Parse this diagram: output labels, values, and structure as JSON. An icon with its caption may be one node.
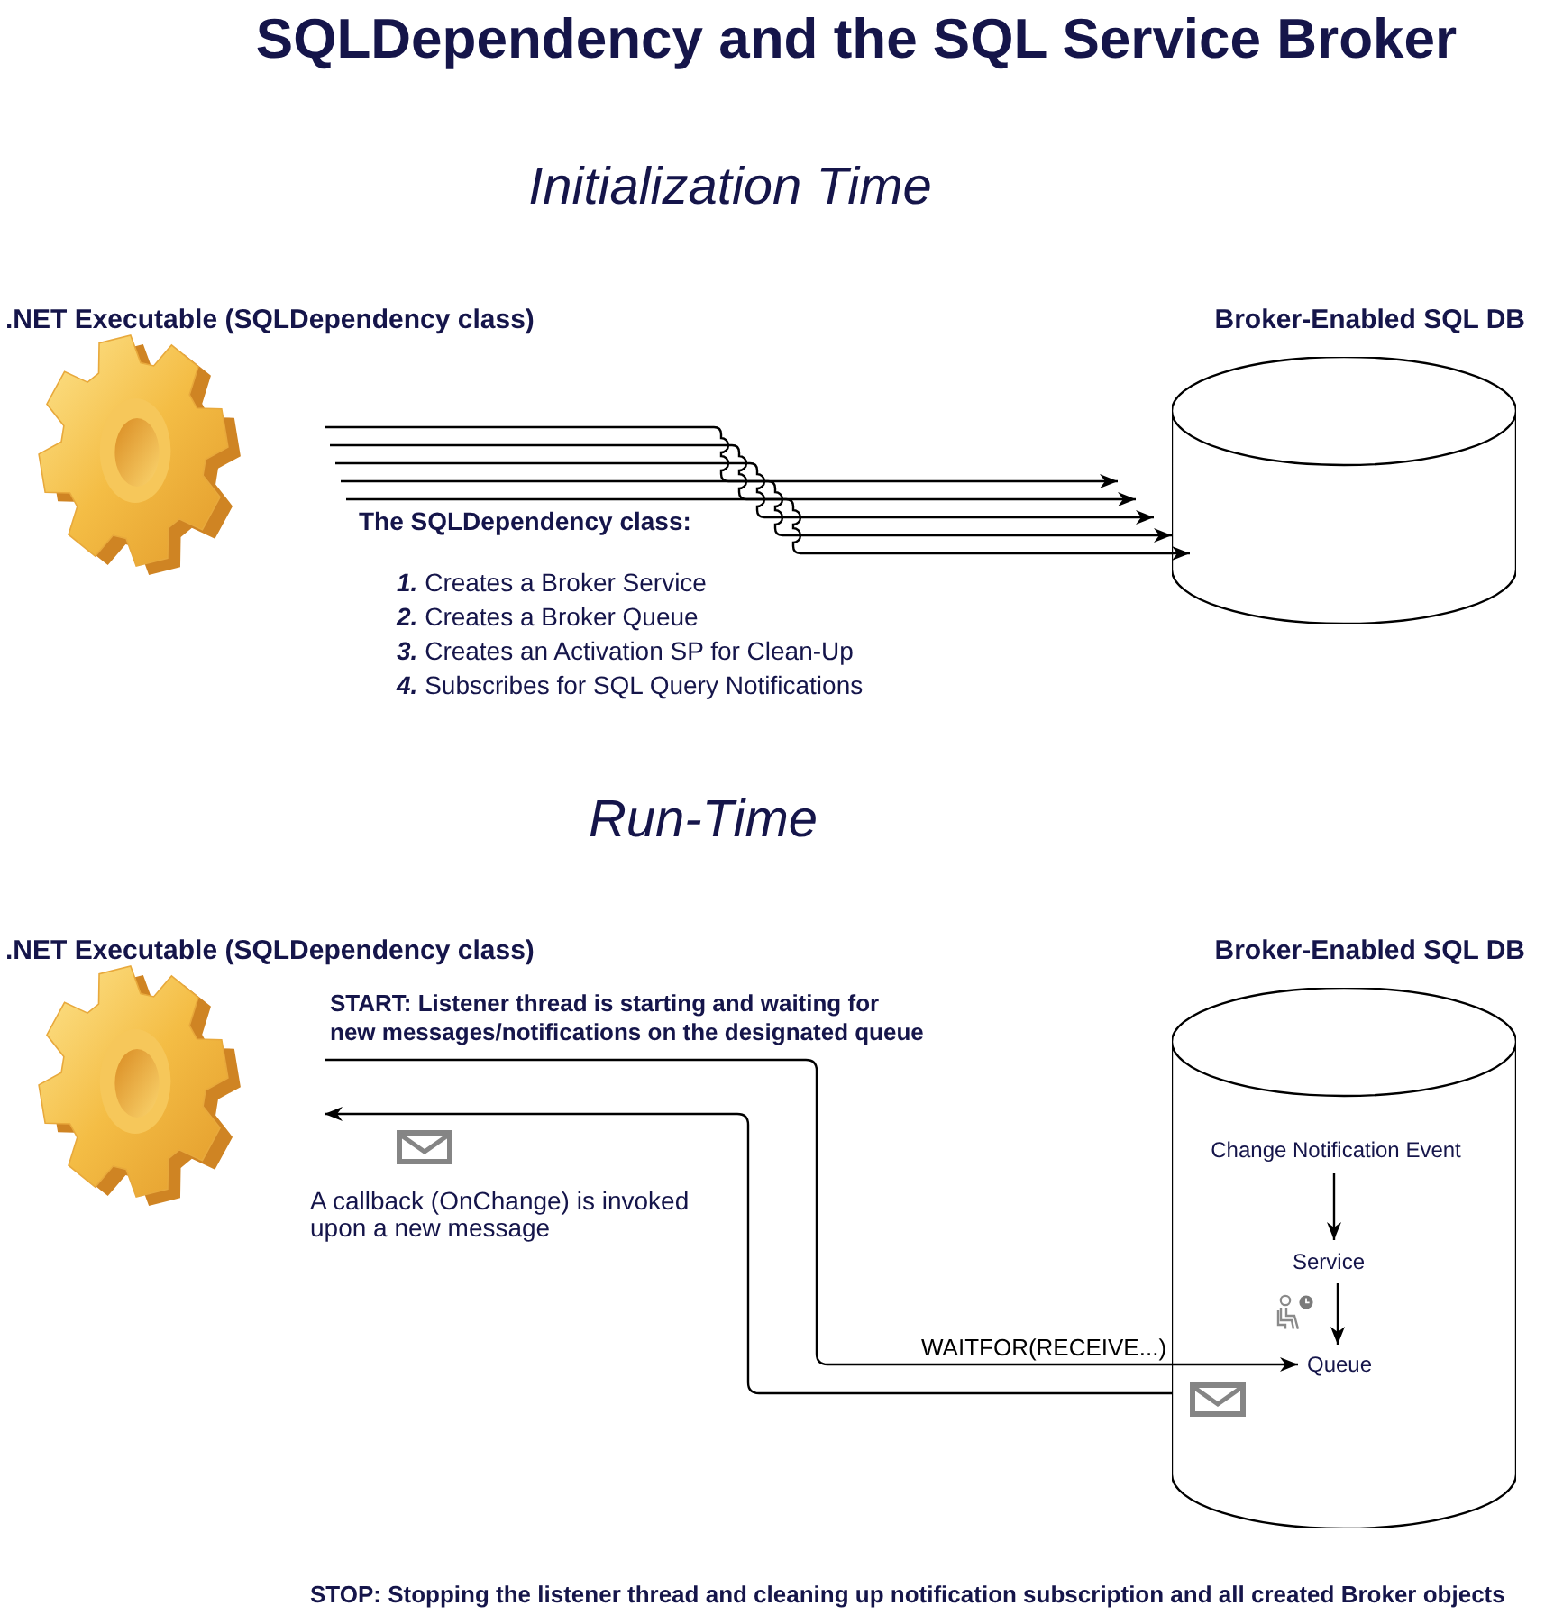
{
  "diagram": {
    "title": "SQLDependency and the SQL Service Broker",
    "nodes": [
      {
        "text": [],
        "shape": "picture",
        "beside": [
          ".NET Executable (SQLDependency class)"
        ]
      },
      {
        "text": [
          "Broker-Enabled SQL DB"
        ]
      },
      {
        "text": [],
        "shape": "picture",
        "beside": [
          ".NET Executable (SQLDependency class)"
        ]
      },
      {
        "text": [
          "Broker-Enabled SQL DB"
        ]
      },
      {
        "text": [
          "Change Notification Event"
        ],
        "in": 3
      },
      {
        "text": [
          "Service"
        ],
        "in": 3
      },
      {
        "text": [
          "Queue"
        ],
        "in": 3
      }
    ],
    "edges": [
      {
        "from": 0,
        "to": 1,
        "arrow": "to"
      },
      {
        "from": 0,
        "to": 1,
        "arrow": "to"
      },
      {
        "from": 0,
        "to": 1,
        "arrow": "to"
      },
      {
        "from": 0,
        "to": 1,
        "arrow": "to"
      },
      {
        "from": 0,
        "to": 1,
        "arrow": "to"
      },
      {
        "from": 2,
        "to": 6,
        "arrow": "to",
        "label": "WAITFOR(RECEIVE...)"
      },
      {
        "from": 3,
        "to": 2,
        "arrow": "to"
      },
      {
        "from": 4,
        "to": 5,
        "arrow": "to"
      },
      {
        "from": 5,
        "to": 6,
        "arrow": "to"
      }
    ],
    "labels": [
      "Initialization Time",
      "The SQLDependency class:",
      "**1.** Creates a Broker Service",
      "**2.** Creates a Broker Queue",
      "**3.** Creates an Activation SP for Clean-Up",
      "**4.** Subscribes for SQL Query Notifications",
      "Run-Time",
      "START: Listener thread is starting and waiting for new messages/notifications on the designated queue",
      "A callback (OnChange) is invoked upon a new message",
      "STOP: Stopping the listener thread and cleaning up notification subscription and all created Broker objects"
    ]
  }
}
